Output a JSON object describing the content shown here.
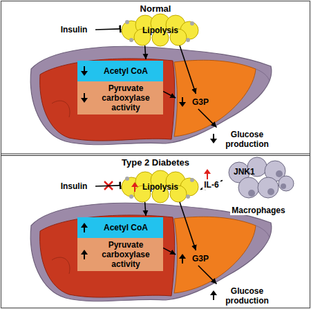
{
  "diagram": {
    "nodes": [
      {
        "text": [
          "Normal"
        ]
      },
      {
        "text": [
          "Insulin"
        ],
        "in": 0
      },
      {
        "text": [
          "Lipolysis"
        ],
        "in": 0
      },
      {
        "text": [
          "Acetyl CoA"
        ],
        "in": 0
      },
      {
        "text": [
          "Pyruvate carboxylase activity"
        ],
        "in": 0
      },
      {
        "text": [
          "G3P"
        ],
        "in": 0
      },
      {
        "text": [
          "Glucose production"
        ],
        "in": 0
      },
      {
        "text": [
          "Type 2 Diabetes"
        ]
      },
      {
        "text": [
          "Insulin"
        ],
        "in": 7
      },
      {
        "text": [
          "Lipolysis"
        ],
        "in": 7
      },
      {
        "text": [
          "Acetyl CoA"
        ],
        "in": 7
      },
      {
        "text": [
          "Pyruvate carboxylase activity"
        ],
        "in": 7
      },
      {
        "text": [
          "G3P"
        ],
        "in": 7
      },
      {
        "text": [
          "Glucose production"
        ],
        "in": 7
      },
      {
        "text": [
          "JNK1",
          "Macrophages"
        ],
        "in": 7
      }
    ],
    "edges": [
      {
        "from": 1,
        "to": 2,
        "arrow": "to"
      },
      {
        "from": 2,
        "to": 3,
        "arrow": "to"
      },
      {
        "from": 2,
        "to": 5,
        "arrow": "to"
      },
      {
        "from": 4,
        "to": 5,
        "arrow": "to"
      },
      {
        "from": 5,
        "to": 6,
        "arrow": "to"
      },
      {
        "from": 8,
        "to": 9,
        "arrow": "to"
      },
      {
        "from": 14,
        "to": 9,
        "label": "IL-6",
        "arrow": "to"
      },
      {
        "from": 9,
        "to": 10,
        "arrow": "to"
      },
      {
        "from": 9,
        "to": 12,
        "arrow": "to"
      },
      {
        "from": 11,
        "to": 12,
        "arrow": "to"
      },
      {
        "from": 12,
        "to": 13,
        "arrow": "to"
      }
    ]
  }
}
